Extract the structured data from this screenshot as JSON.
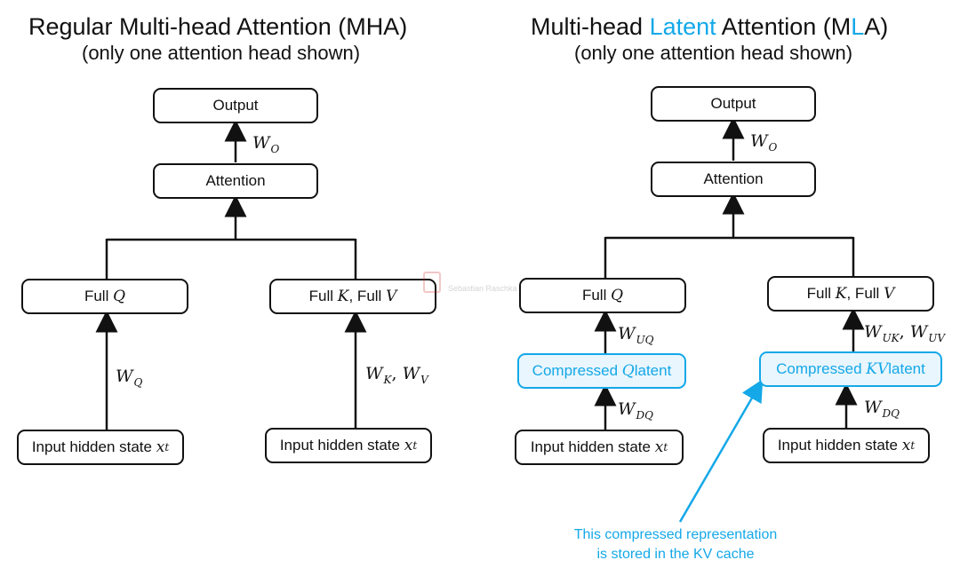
{
  "mha": {
    "title": "Regular Multi-head Attention (MHA)",
    "subtitle": "(only one attention head shown)",
    "output": "Output",
    "attention": "Attention",
    "full_q": {
      "prefix": "Full ",
      "var": "Q"
    },
    "full_kv": {
      "p1": "Full ",
      "v1": "K",
      "p2": ", Full ",
      "v2": "V"
    },
    "input_q": {
      "text": "Input hidden state ",
      "var": "x",
      "sub": "t"
    },
    "input_kv": {
      "text": "Input hidden state ",
      "var": "x",
      "sub": "t"
    },
    "w_o": {
      "main": "W",
      "sub": "O"
    },
    "w_q": {
      "main": "W",
      "sub": "Q"
    },
    "w_kv": {
      "m1": "W",
      "s1": "K",
      "sep": ", ",
      "m2": "W",
      "s2": "V"
    }
  },
  "mla": {
    "title_pre": "Multi-head ",
    "title_accent": "Latent",
    "title_mid": " Attention (M",
    "title_accent2": "L",
    "title_post": "A)",
    "subtitle": "(only one attention head shown)",
    "output": "Output",
    "attention": "Attention",
    "full_q": {
      "prefix": "Full ",
      "var": "Q"
    },
    "full_kv": {
      "p1": "Full ",
      "v1": "K",
      "p2": ", Full ",
      "v2": "V"
    },
    "compressed_q": {
      "pre": "Compressed ",
      "var": "Q",
      "post": " latent"
    },
    "compressed_kv": {
      "pre": "Compressed ",
      "var": "KV",
      "post": " latent"
    },
    "input_q": {
      "text": "Input hidden state ",
      "var": "x",
      "sub": "t"
    },
    "input_kv": {
      "text": "Input hidden state ",
      "var": "x",
      "sub": "t"
    },
    "w_o": {
      "main": "W",
      "sub": "O"
    },
    "w_uq": {
      "main": "W",
      "sub": "UQ"
    },
    "w_dq_left": {
      "main": "W",
      "sub": "DQ"
    },
    "w_ukuv": {
      "m1": "W",
      "s1": "UK",
      "sep": ", ",
      "m2": "W",
      "s2": "UV"
    },
    "w_dq_right": {
      "main": "W",
      "sub": "DQ"
    },
    "note_line1": "This compressed representation",
    "note_line2": "is stored in the KV cache"
  },
  "watermark": "Sebastian Raschka",
  "colors": {
    "accent": "#14a8e8",
    "latent_fill": "#e9f6fd",
    "stroke": "#111111"
  }
}
